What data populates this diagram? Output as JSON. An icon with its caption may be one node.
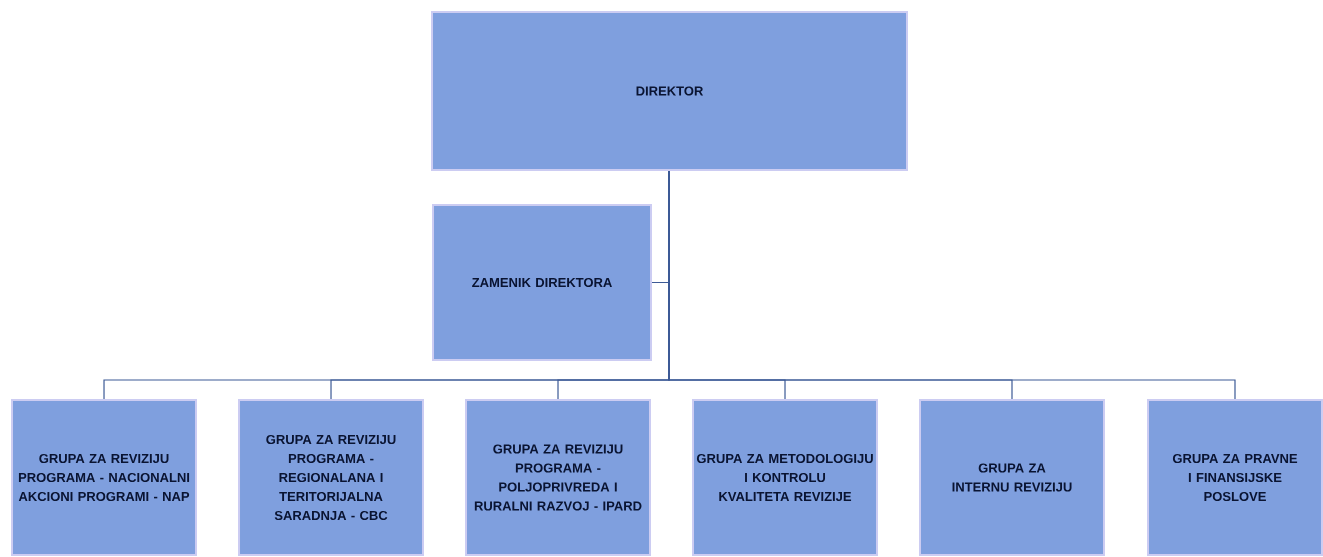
{
  "diagram": {
    "nodes": [
      {
        "text": [
          "DIREKTOR"
        ]
      },
      {
        "text": [
          "ZAMENIK DIREKTORA"
        ]
      },
      {
        "text": [
          "GRUPA ZA REVIZIJU PROGRAMA - NACIONALNI AKCIONI PROGRAMI - NAP"
        ]
      },
      {
        "text": [
          "GRUPA ZA REVIZIJU PROGRAMA - REGIONALANA I TERITORIJALNA SARADNJA - CBC"
        ]
      },
      {
        "text": [
          "GRUPA ZA REVIZIJU PROGRAMA - POLJOPRIVREDA I RURALNI RAZVOJ - IPARD"
        ]
      },
      {
        "text": [
          "GRUPA ZA METODOLOGIJU I KONTROLU KVALITETA REVIZIJE"
        ]
      },
      {
        "text": [
          "GRUPA ZA INTERNU REVIZIJU"
        ]
      },
      {
        "text": [
          "GRUPA ZA PRAVNE I FINANSIJSKE POSLOVE"
        ]
      }
    ],
    "edges": [
      {
        "from": 0,
        "to": 1,
        "arrow": "none"
      },
      {
        "from": 0,
        "to": 2,
        "arrow": "none"
      },
      {
        "from": 0,
        "to": 3,
        "arrow": "none"
      },
      {
        "from": 0,
        "to": 4,
        "arrow": "none"
      },
      {
        "from": 0,
        "to": 5,
        "arrow": "none"
      },
      {
        "from": 0,
        "to": 6,
        "arrow": "none"
      },
      {
        "from": 0,
        "to": 7,
        "arrow": "none"
      }
    ]
  }
}
